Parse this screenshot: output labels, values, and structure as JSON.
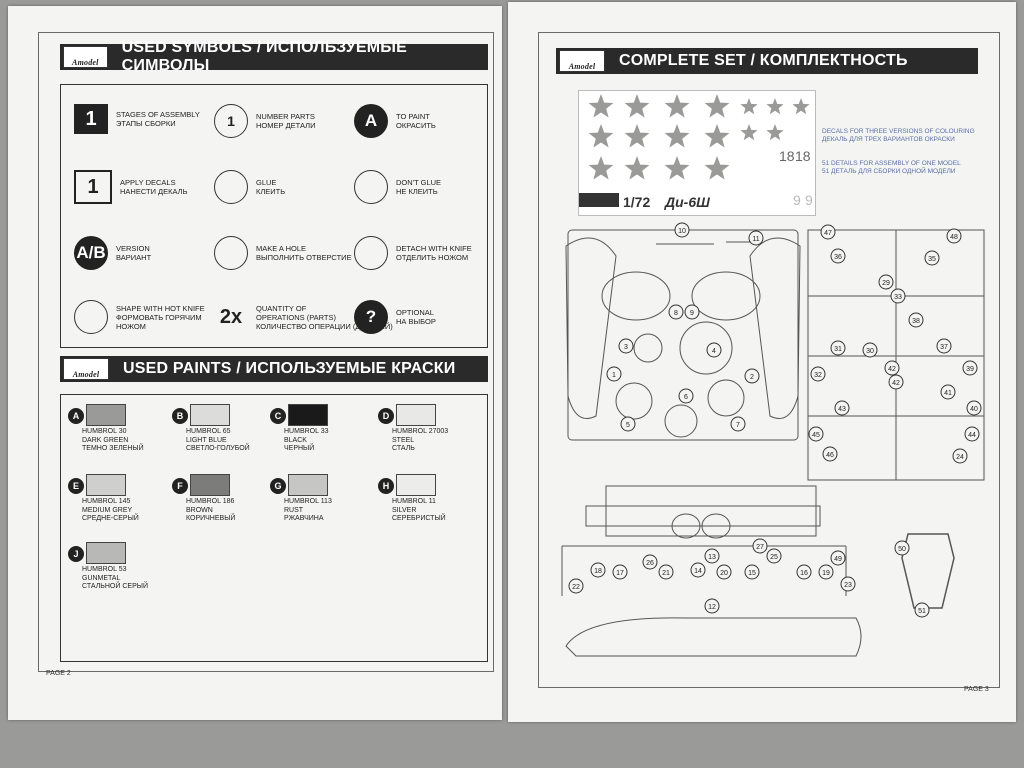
{
  "left_page": {
    "brand": "Amodel",
    "symbols_header": "USED SYMBOLS / ИСПОЛЬЗУЕМЫЕ СИМВОЛЫ",
    "symbols": [
      {
        "icon": "assembly-stage-icon",
        "glyph": "1",
        "line1": "STAGES OF ASSEMBLY",
        "line2": "ЭТАПЫ СБОРКИ",
        "line3": ""
      },
      {
        "icon": "part-number-icon",
        "glyph": "1",
        "line1": "NUMBER PARTS",
        "line2": "НОМЕР ДЕТАЛИ",
        "line3": ""
      },
      {
        "icon": "paint-brush-icon",
        "glyph": "A",
        "line1": "TO PAINT",
        "line2": "ОКРАСИТЬ",
        "line3": ""
      },
      {
        "icon": "decal-icon",
        "glyph": "1",
        "line1": "APPLY DECALS",
        "line2": "НАНЕСТИ ДЕКАЛЬ",
        "line3": ""
      },
      {
        "icon": "glue-icon",
        "glyph": "",
        "line1": "GLUE",
        "line2": "КЛЕИТЬ",
        "line3": ""
      },
      {
        "icon": "no-glue-icon",
        "glyph": "",
        "line1": "DON'T GLUE",
        "line2": "НЕ КЛЕИТЬ",
        "line3": ""
      },
      {
        "icon": "version-icon",
        "glyph": "A/B",
        "line1": "VERSION",
        "line2": "ВАРИАНТ",
        "line3": ""
      },
      {
        "icon": "drill-icon",
        "glyph": "",
        "line1": "MAKE A HOLE",
        "line2": "ВЫПОЛНИТЬ ОТВЕРСТИЕ",
        "line3": ""
      },
      {
        "icon": "knife-detach-icon",
        "glyph": "",
        "line1": "DETACH WITH KNIFE",
        "line2": "ОТДЕЛИТЬ НОЖОМ",
        "line3": ""
      },
      {
        "icon": "hot-knife-icon",
        "glyph": "",
        "line1": "SHAPE WITH HOT KNIFE",
        "line2": "ФОРМОВАТЬ ГОРЯЧИМ",
        "line3": "НОЖОМ"
      },
      {
        "icon": "quantity-icon",
        "glyph": "2x",
        "line1": "QUANTITY OF",
        "line2": "OPERATIONS (PARTS)",
        "line3": "КОЛИЧЕСТВО ОПЕРАЦИИ (ДЕТАЛЕЙ)"
      },
      {
        "icon": "optional-icon",
        "glyph": "?",
        "line1": "OPTIONAL",
        "line2": "НА ВЫБОР",
        "line3": ""
      }
    ],
    "paints_header": "USED PAINTS / ИСПОЛЬЗУЕМЫЕ КРАСКИ",
    "paints": [
      {
        "letter": "A",
        "color": "#9a9a98",
        "code": "HUMBROL 30",
        "name_en": "DARK GREEN",
        "name_ru": "ТЕМНО ЗЕЛЕНЫЙ"
      },
      {
        "letter": "B",
        "color": "#dcdcda",
        "code": "HUMBROL 65",
        "name_en": "LIGHT BLUE",
        "name_ru": "СВЕТЛО-ГОЛУБОЙ"
      },
      {
        "letter": "C",
        "color": "#1a1a1a",
        "code": "HUMBROL 33",
        "name_en": "BLACK",
        "name_ru": "ЧЕРНЫЙ"
      },
      {
        "letter": "D",
        "color": "#e8e8e6",
        "code": "HUMBROL 27003",
        "name_en": "STEEL",
        "name_ru": "СТАЛЬ"
      },
      {
        "letter": "E",
        "color": "#cfcfcd",
        "code": "HUMBROL 145",
        "name_en": "MEDIUM GREY",
        "name_ru": "СРЕДНЕ-СЕРЫЙ"
      },
      {
        "letter": "F",
        "color": "#7c7c7a",
        "code": "HUMBROL 186",
        "name_en": "BROWN",
        "name_ru": "КОРИЧНЕВЫЙ"
      },
      {
        "letter": "G",
        "color": "#c6c6c4",
        "code": "HUMBROL 113",
        "name_en": "RUST",
        "name_ru": "РЖАВЧИНА"
      },
      {
        "letter": "H",
        "color": "#ececea",
        "code": "HUMBROL 11",
        "name_en": "SILVER",
        "name_ru": "СЕРЕБРИСТЫЙ"
      },
      {
        "letter": "J",
        "color": "#b8b8b6",
        "code": "HUMBROL 53",
        "name_en": "GUNMETAL",
        "name_ru": "СТАЛЬНОЙ СЕРЫЙ"
      }
    ],
    "page_label": "PAGE 2"
  },
  "right_page": {
    "brand": "Amodel",
    "set_header": "COMPLETE SET / КОМПЛЕКТНОСТЬ",
    "decal_scale": "1/72",
    "decal_model": "Ди-6Ш",
    "decal_numbers": [
      "18",
      "18",
      "9",
      "9"
    ],
    "decal_note_en": "DECALS FOR THREE VERSIONS OF COLOURING",
    "decal_note_ru": "ДЕКАЛЬ ДЛЯ ТРЕХ ВАРИАНТОВ ОКРАСКИ",
    "parts_note_en": "51 DETAILS FOR ASSEMBLY OF ONE MODEL",
    "parts_note_ru": "51 ДЕТАЛЬ ДЛЯ СБОРКИ ОДНОЙ МОДЕЛИ",
    "page_label": "PAGE 3"
  }
}
